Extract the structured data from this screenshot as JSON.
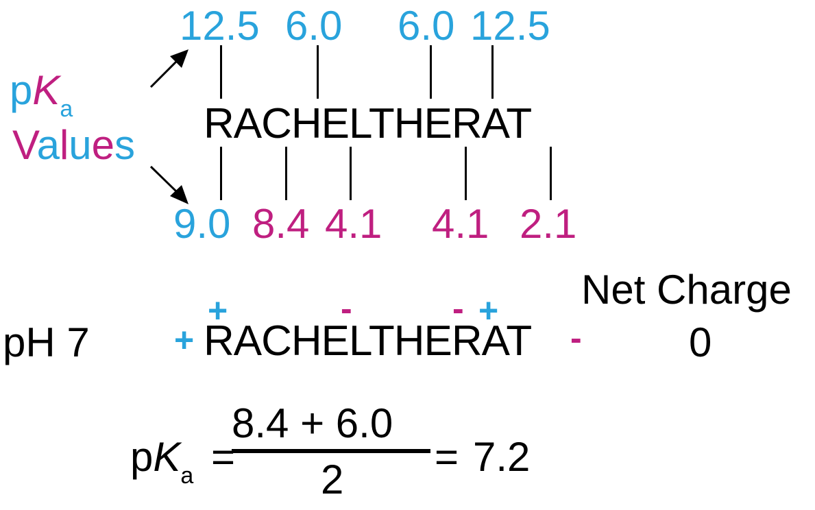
{
  "label": {
    "p": "p",
    "K": "K",
    "sub": "a",
    "values_letters": [
      "V",
      "a",
      "l",
      "u",
      "e",
      "s"
    ]
  },
  "sequence": "RACHELTHERAT",
  "top_pka": [
    {
      "value": "12.5",
      "color": "blue",
      "residue": "R (side chain)"
    },
    {
      "value": "6.0",
      "color": "blue",
      "residue": "H (side chain)"
    },
    {
      "value": "6.0",
      "color": "blue",
      "residue": "H (side chain)"
    },
    {
      "value": "12.5",
      "color": "blue",
      "residue": "R (side chain)"
    }
  ],
  "bottom_pka": [
    {
      "value": "9.0",
      "color": "blue",
      "residue": "N-terminus"
    },
    {
      "value": "8.4",
      "color": "magenta",
      "residue": "C (side chain)"
    },
    {
      "value": "4.1",
      "color": "magenta",
      "residue": "E (side chain)"
    },
    {
      "value": "4.1",
      "color": "magenta",
      "residue": "E (side chain)"
    },
    {
      "value": "2.1",
      "color": "magenta",
      "residue": "C-terminus"
    }
  ],
  "ph_row": {
    "label": "pH 7",
    "n_term_charge": "+",
    "c_term_charge": "-",
    "charges_above": [
      {
        "residue": "R",
        "sign": "+"
      },
      {
        "residue": "E",
        "sign": "-"
      },
      {
        "residue": "E",
        "sign": "-"
      },
      {
        "residue": "R",
        "sign": "+"
      }
    ]
  },
  "net_charge": {
    "title": "Net Charge",
    "value": "0"
  },
  "equation": {
    "lhs_p": "p",
    "lhs_K": "K",
    "lhs_sub": "a",
    "equals1": "=",
    "numerator": "8.4 + 6.0",
    "denominator": "2",
    "equals2": "=",
    "result": "7.2"
  },
  "colors": {
    "blue": "#29a3dc",
    "magenta": "#bf1f80",
    "black": "#000000"
  }
}
